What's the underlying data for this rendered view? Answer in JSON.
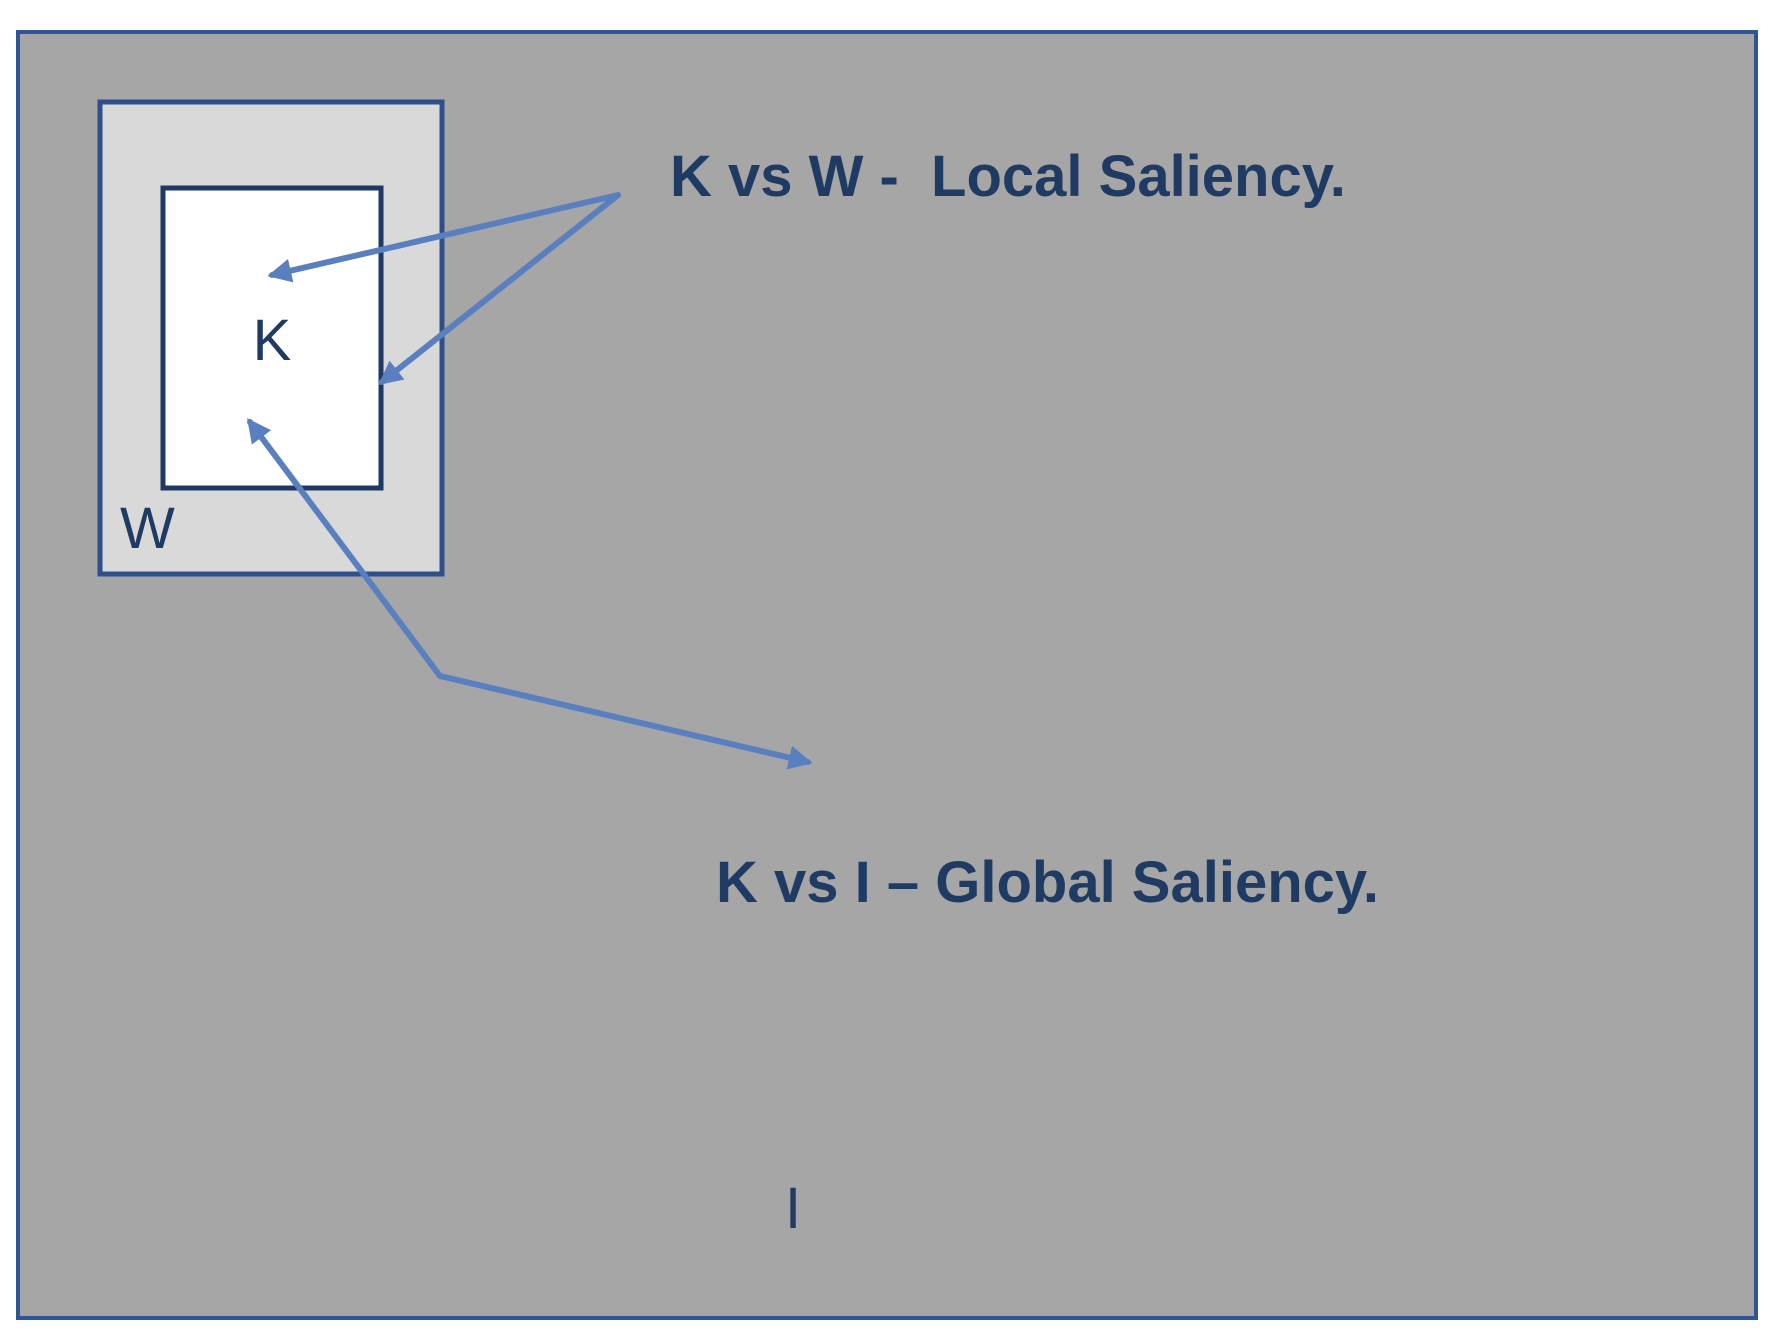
{
  "labels": {
    "image": "I",
    "window": "W",
    "kernel": "K",
    "local": "K vs W -  Local Saliency.",
    "global": "K vs I – Global Saliency."
  },
  "colors": {
    "background": "#a6a6a6",
    "frame": "#2f5597",
    "window_fill": "#d9d9d9",
    "window_border": "#2f4f8a",
    "kernel_fill": "#ffffff",
    "kernel_border": "#1f3864",
    "arrow": "#5a7fbf",
    "text": "#1f3b63"
  }
}
